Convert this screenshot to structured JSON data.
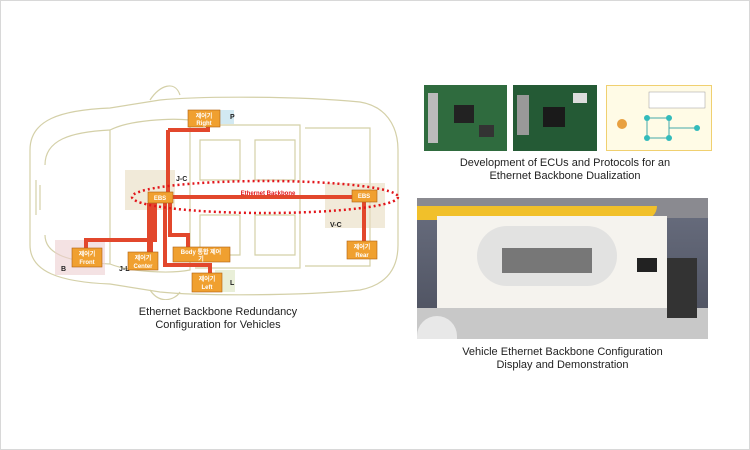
{
  "diagram": {
    "backbone_label": "Ethernet Backbone",
    "ebs_label": "EBS",
    "controllers": {
      "right": {
        "ko": "제어기",
        "en": "Right"
      },
      "front": {
        "ko": "제어기",
        "en": "Front"
      },
      "center": {
        "ko": "제어기",
        "en": "Center"
      },
      "body": {
        "line1": "Body 통합 제어",
        "line2": "기"
      },
      "left": {
        "ko": "제어기",
        "en": "Left"
      },
      "rear": {
        "ko": "제어기",
        "en": "Rear"
      }
    },
    "zones": {
      "p": "P",
      "jc": "J-C",
      "vc": "V-C",
      "b": "B",
      "jl": "J-L",
      "l": "L"
    },
    "caption_line1": "Ethernet Backbone Redundancy",
    "caption_line2": "Configuration for Vehicles"
  },
  "ecu_photos": {
    "caption_line1": "Development of ECUs and Protocols for an",
    "caption_line2": "Ethernet Backbone Dualization"
  },
  "demo_photo": {
    "caption_line1": "Vehicle Ethernet Backbone Configuration",
    "caption_line2": "Display and Demonstration"
  },
  "colors": {
    "backbone": "#e2472c",
    "ecu_box": "#f0a030",
    "car_outline": "#d4d0a8"
  }
}
